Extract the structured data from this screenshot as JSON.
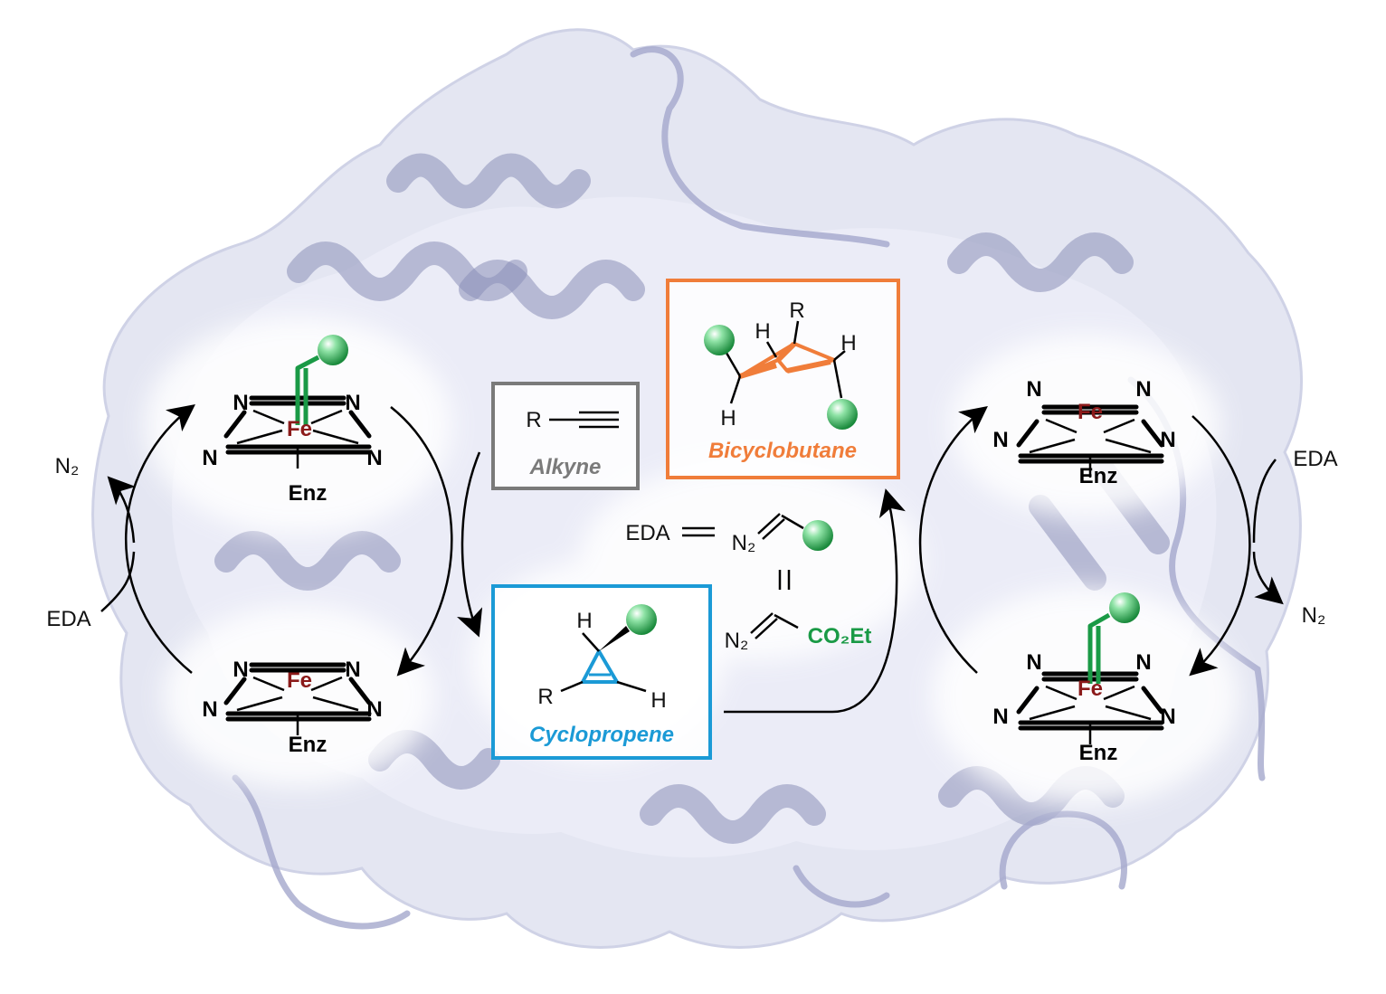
{
  "colors": {
    "protein_surface": "#e4e6f2",
    "ribbon": "#8a8fb8",
    "carbene_green": "#1a9a46",
    "iron": "#8b1a1a",
    "alkyne_box": "#7a7a7a",
    "bicyclobutane_orange": "#f07d3a",
    "cyclopropene_blue": "#1b9ad6"
  },
  "catalyst": {
    "nitrogen": "N",
    "iron": "Fe",
    "enzyme": "Enz"
  },
  "left_cycle": {
    "released": "N₂",
    "reagent": "EDA"
  },
  "right_cycle": {
    "reagent": "EDA",
    "released": "N₂"
  },
  "alkyne": {
    "substituent": "R",
    "label": "Alkyne"
  },
  "bicyclobutane": {
    "h_top": "H",
    "r": "R",
    "h_right": "H",
    "h_bottom": "H",
    "label": "Bicyclobutane"
  },
  "cyclopropene": {
    "h_top": "H",
    "r": "R",
    "h_right": "H",
    "label": "Cyclopropene"
  },
  "eda_definition": {
    "eda": "EDA",
    "n2": "N₂",
    "ester": "CO₂Et"
  }
}
